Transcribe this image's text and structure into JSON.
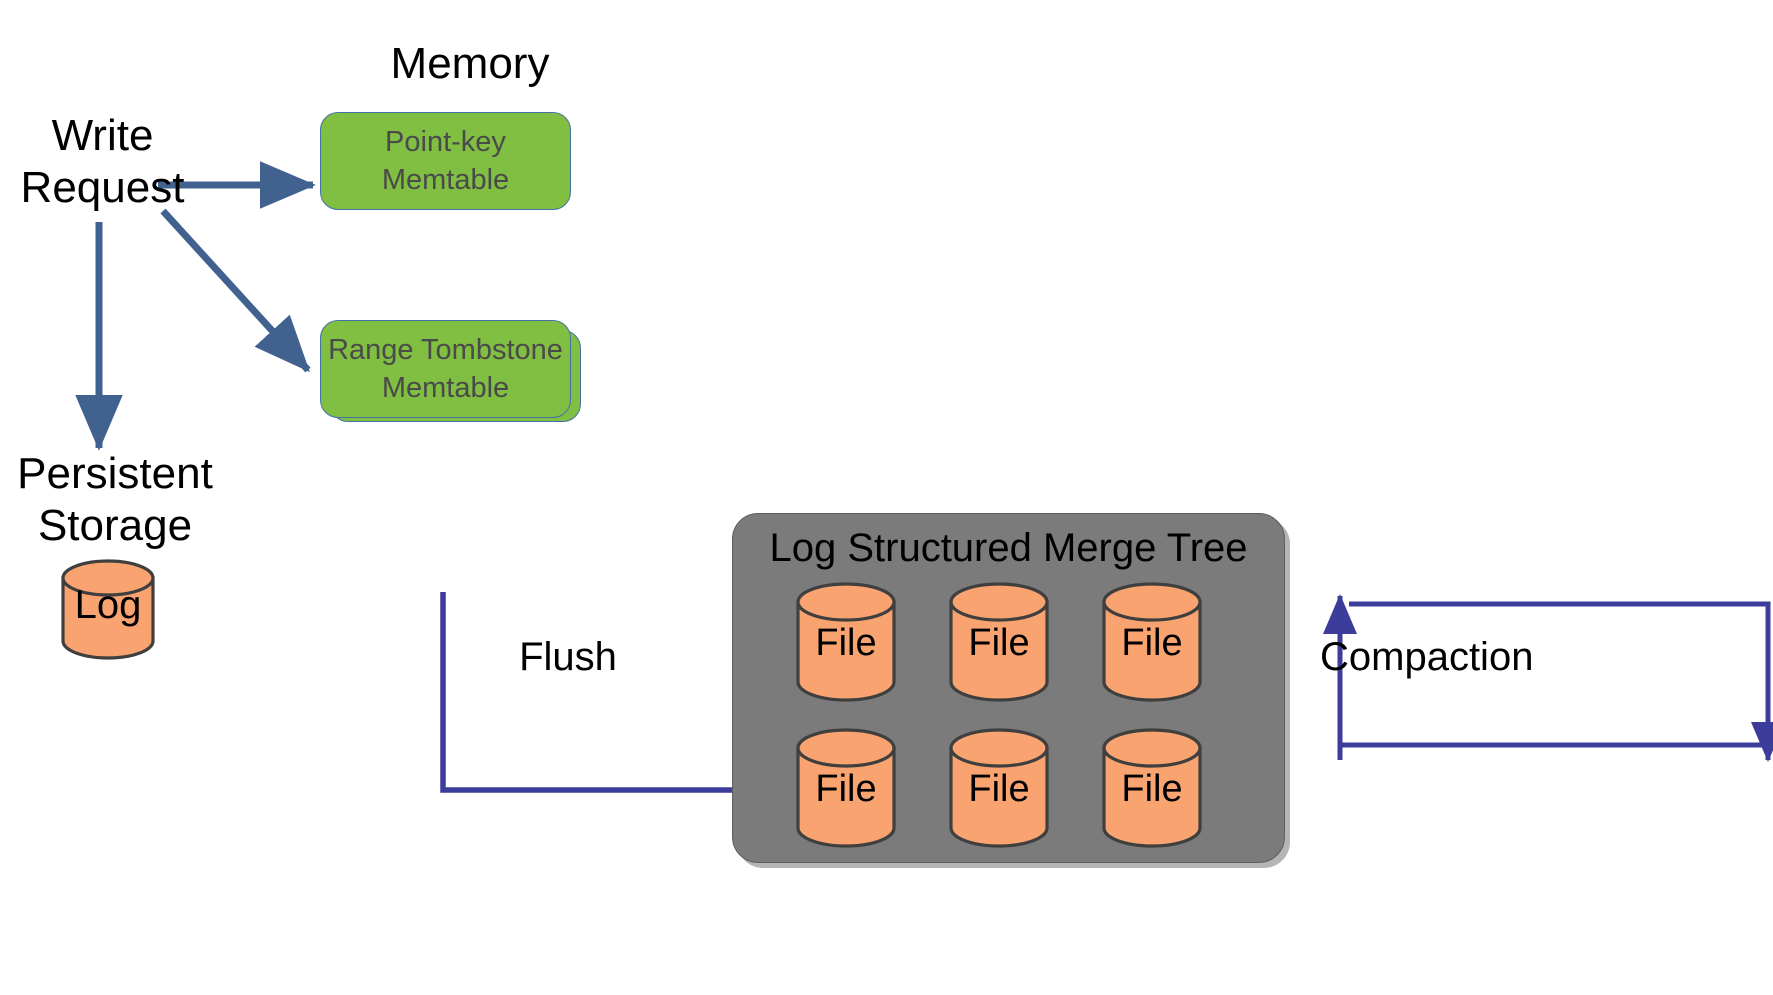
{
  "diagram": {
    "title_memory": "Memory",
    "write_request": "Write\nRequest",
    "persistent_storage": "Persistent\nStorage",
    "lsm_title": "Log Structured Merge Tree",
    "flush_label": "Flush",
    "compaction_label": "Compaction",
    "memtables": [
      {
        "id": "point-key",
        "label": "Point-key\nMemtable"
      },
      {
        "id": "range-tombstone",
        "label": "Range Tombstone\nMemtable"
      }
    ],
    "log_cylinder": {
      "label": "Log"
    },
    "files": [
      {
        "label": "File"
      },
      {
        "label": "File"
      },
      {
        "label": "File"
      },
      {
        "label": "File"
      },
      {
        "label": "File"
      },
      {
        "label": "File"
      }
    ],
    "colors": {
      "memtable_fill": "#80bf41",
      "memtable_border": "#4472a8",
      "memtable_text": "#4a4a4a",
      "cylinder_fill": "#f9a470",
      "cylinder_border": "#3f3f3f",
      "lsm_fill": "#7b7b7b",
      "lsm_border": "#5e5e5e",
      "write_arrow": "#41618f",
      "flow_arrow": "#3c3c9b",
      "text": "#000000",
      "background": "#ffffff"
    },
    "arrows": [
      {
        "name": "write-to-point-key-memtable",
        "from": "Write Request",
        "to": "Point-key Memtable"
      },
      {
        "name": "write-to-range-tombstone-memtable",
        "from": "Write Request",
        "to": "Range Tombstone Memtable"
      },
      {
        "name": "write-to-log",
        "from": "Write Request",
        "to": "Log"
      },
      {
        "name": "flush-to-lsm-tree",
        "from": "Memtable",
        "to": "Log Structured Merge Tree",
        "label": "Flush"
      },
      {
        "name": "compaction-loop",
        "from": "Log Structured Merge Tree",
        "to": "Log Structured Merge Tree",
        "label": "Compaction"
      }
    ]
  }
}
